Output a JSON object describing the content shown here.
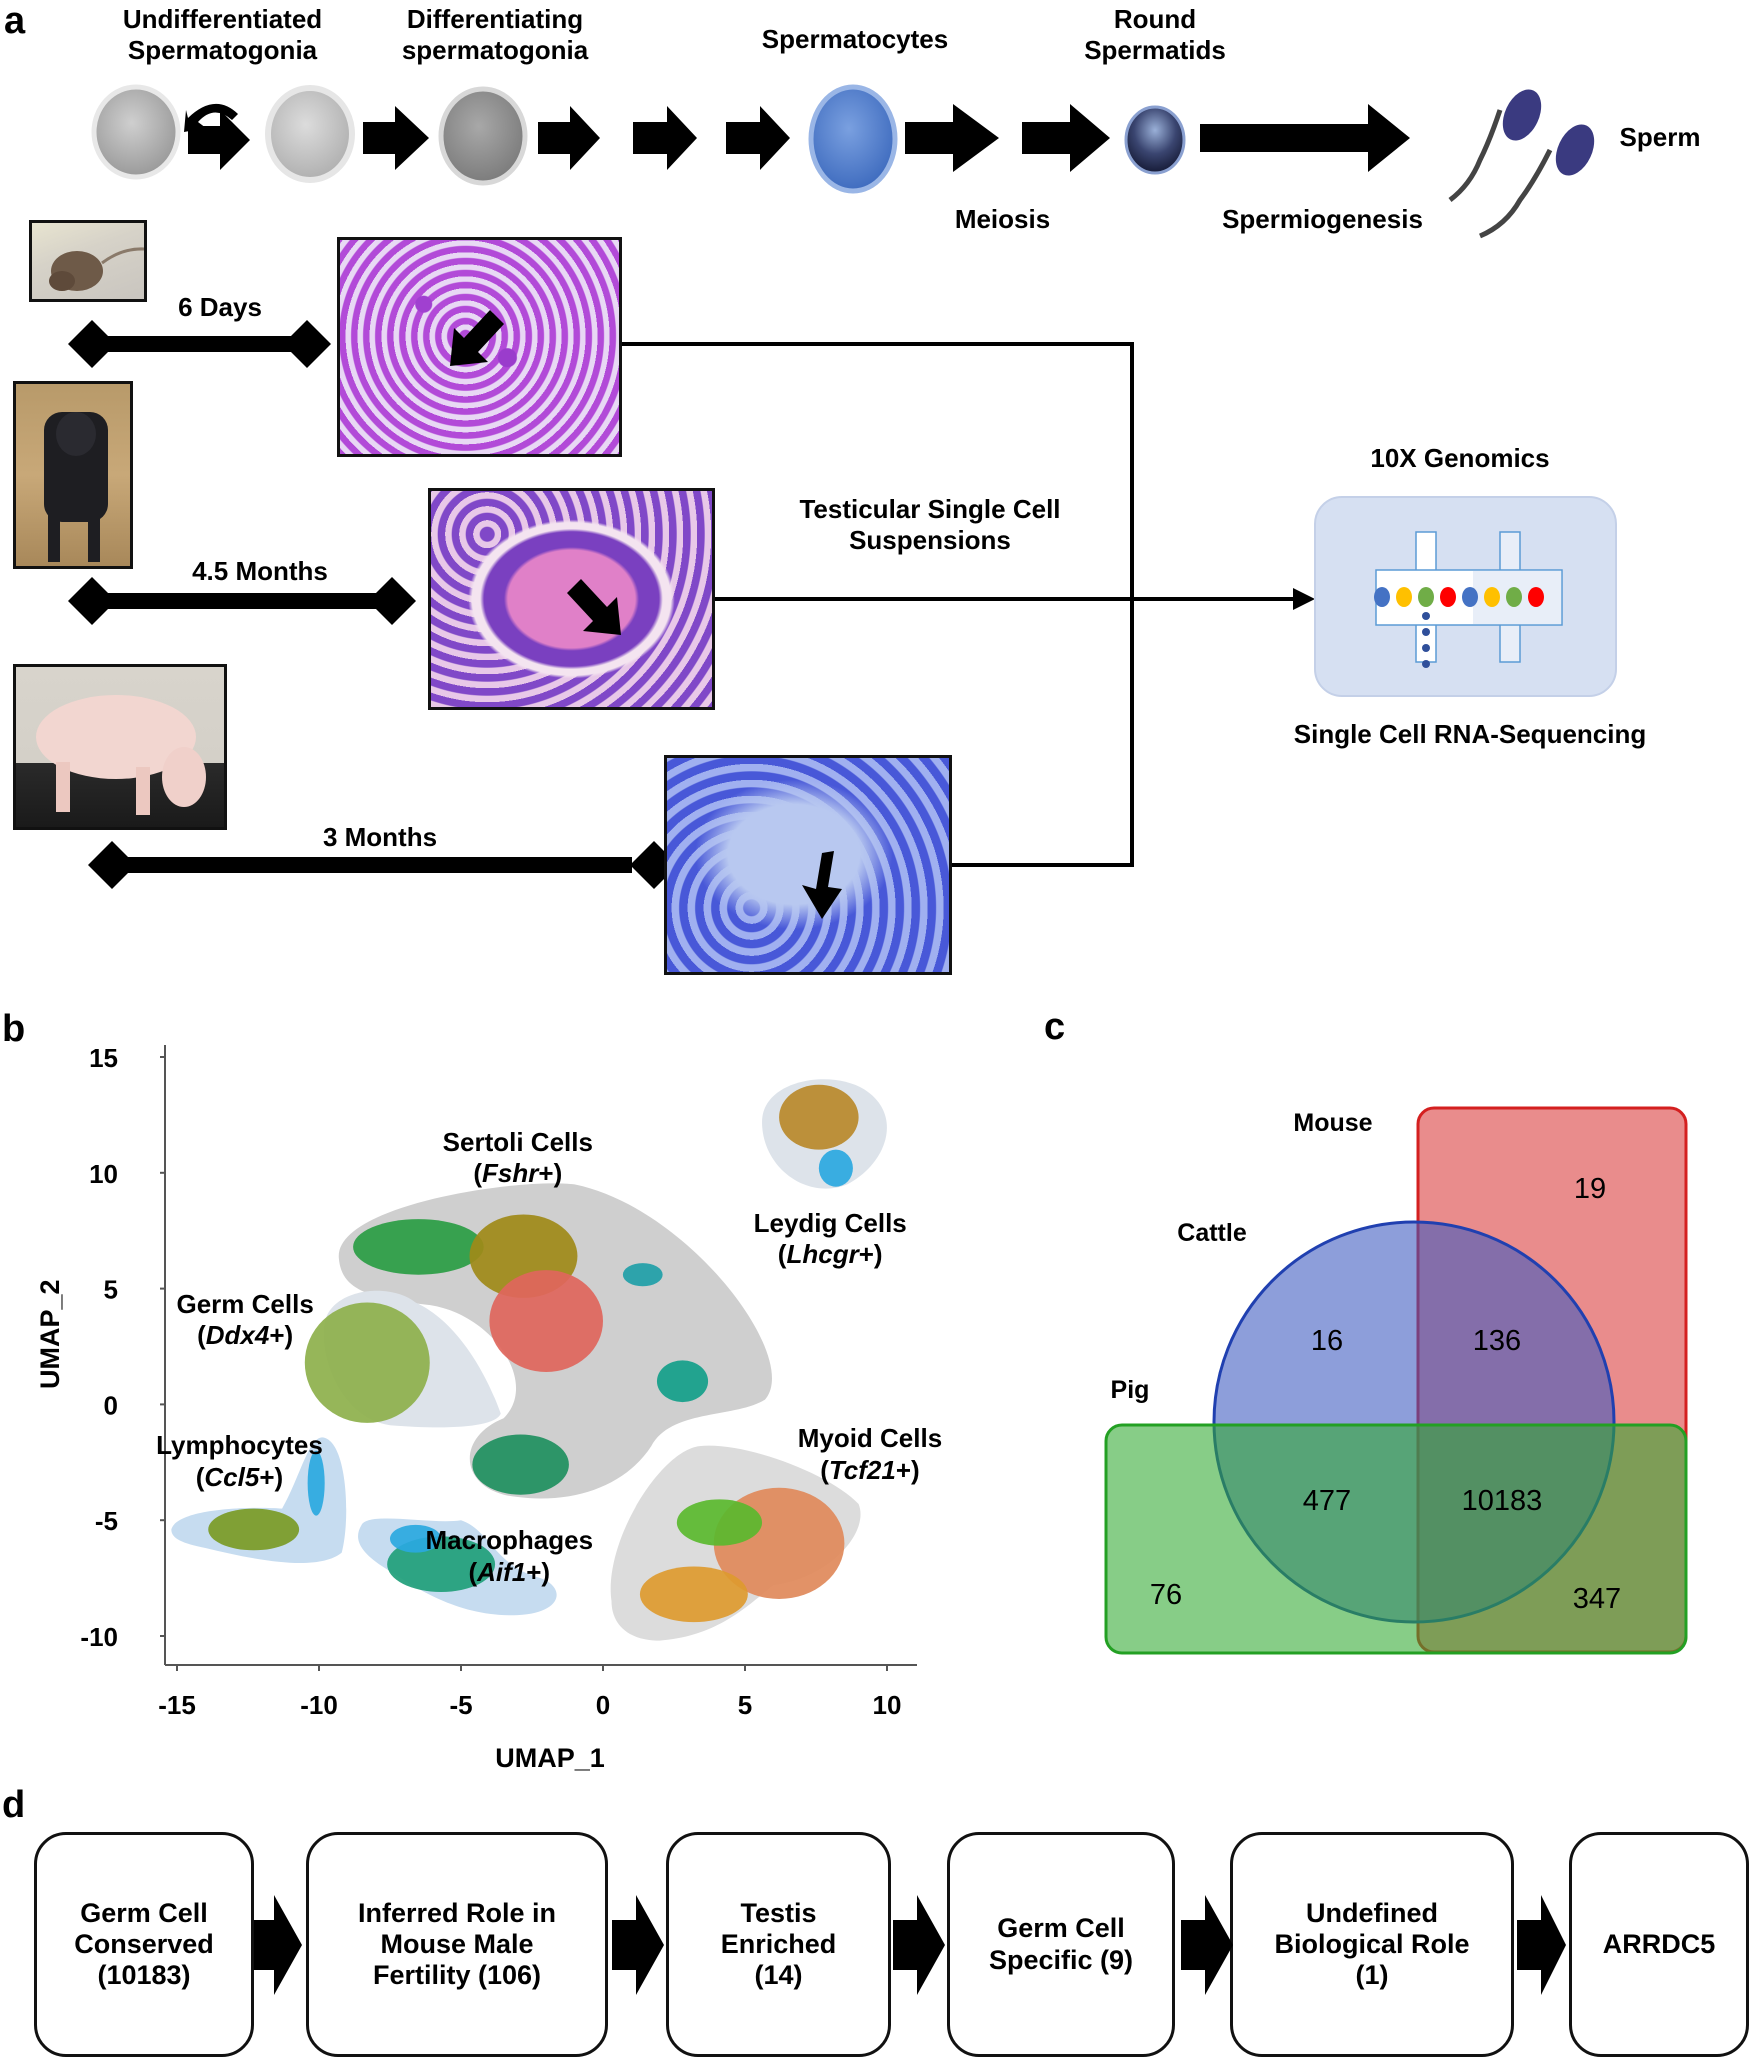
{
  "panel_labels": {
    "a": "a",
    "b": "b",
    "c": "c",
    "d": "d"
  },
  "panel_a": {
    "stages": [
      {
        "label_line1": "Undifferentiated",
        "label_line2": "Spermatogonia"
      },
      {
        "label_line1": "Differentiating",
        "label_line2": "spermatogonia"
      },
      {
        "label_line1": "Spermatocytes",
        "label_line2": ""
      },
      {
        "label_line1": "Round",
        "label_line2": "Spermatids"
      },
      {
        "label_line1": "Sperm",
        "label_line2": ""
      }
    ],
    "process_labels": {
      "meiosis": "Meiosis",
      "spermiogenesis": "Spermiogenesis"
    },
    "species_rows": [
      {
        "species": "mouse",
        "age": "6 Days"
      },
      {
        "species": "cattle",
        "age": "4.5 Months"
      },
      {
        "species": "pig",
        "age": "3 Months"
      }
    ],
    "suspension_label_line1": "Testicular Single Cell",
    "suspension_label_line2": "Suspensions",
    "platform_label": "10X Genomics",
    "method_label": "Single Cell RNA-Sequencing",
    "droplet_colors": [
      "#4472c4",
      "#ffc000",
      "#70ad47",
      "#ff0000",
      "#4472c4",
      "#ffc000",
      "#70ad47",
      "#ff0000"
    ]
  },
  "chart_data": [
    {
      "type": "scatter",
      "title": "",
      "xlabel": "UMAP_1",
      "ylabel": "UMAP_2",
      "xlim": [
        -15.5,
        11
      ],
      "ylim": [
        -11,
        15
      ],
      "xticks": [
        -15,
        -10,
        -5,
        0,
        5,
        10
      ],
      "yticks": [
        15,
        10,
        5,
        0,
        -5,
        -10
      ],
      "clusters": [
        {
          "name": "Sertoli Cells",
          "marker": "Fshr",
          "suffix": "+",
          "label_pos": [
            -3,
            11.2
          ],
          "color": "#a0a0a0"
        },
        {
          "name": "Leydig Cells",
          "marker": "Lhcgr",
          "suffix": "+",
          "label_pos": [
            8,
            7.7
          ],
          "color": "#b8892a"
        },
        {
          "name": "Germ Cells",
          "marker": "Ddx4",
          "suffix": "+",
          "label_pos": [
            -12.6,
            4.2
          ],
          "color": "#8db04b"
        },
        {
          "name": "Lymphocytes",
          "marker": "Ccl5",
          "suffix": "+",
          "label_pos": [
            -12.8,
            -1.9
          ],
          "color": "#7a9a25"
        },
        {
          "name": "Macrophages",
          "marker": "Aif1",
          "suffix": "+",
          "label_pos": [
            -3.3,
            -6
          ],
          "color": "#1f9e7a"
        },
        {
          "name": "Myoid Cells",
          "marker": "Tcf21",
          "suffix": "+",
          "label_pos": [
            9.4,
            -1.6
          ],
          "color": "#e0895a"
        }
      ],
      "blobs": [
        {
          "cluster": "Sertoli",
          "x": -6.5,
          "y": 6.8,
          "rx": 2.3,
          "ry": 1.2,
          "color": "#2a9d44"
        },
        {
          "cluster": "Sertoli",
          "x": -2.8,
          "y": 6.4,
          "rx": 1.9,
          "ry": 1.8,
          "color": "#a08a18"
        },
        {
          "cluster": "Sertoli",
          "x": -2.0,
          "y": 3.6,
          "rx": 2.0,
          "ry": 2.2,
          "color": "#e0665c"
        },
        {
          "cluster": "Sertoli",
          "x": 1.4,
          "y": 5.6,
          "rx": 0.7,
          "ry": 0.5,
          "color": "#20a0a8"
        },
        {
          "cluster": "Sertoli",
          "x": 2.8,
          "y": 1.0,
          "rx": 0.9,
          "ry": 0.9,
          "color": "#14a08a"
        },
        {
          "cluster": "Sertoli",
          "x": -2.9,
          "y": -2.6,
          "rx": 1.7,
          "ry": 1.3,
          "color": "#1f9060"
        },
        {
          "cluster": "Leydig",
          "x": 7.6,
          "y": 12.4,
          "rx": 1.4,
          "ry": 1.4,
          "color": "#b8892a"
        },
        {
          "cluster": "Leydig",
          "x": 8.2,
          "y": 10.2,
          "rx": 0.6,
          "ry": 0.8,
          "color": "#2aa8e0"
        },
        {
          "cluster": "Germ",
          "x": -8.3,
          "y": 1.8,
          "rx": 2.2,
          "ry": 2.6,
          "color": "#8db04b"
        },
        {
          "cluster": "Lymphocytes",
          "x": -12.3,
          "y": -5.4,
          "rx": 1.6,
          "ry": 0.9,
          "color": "#7a9a25"
        },
        {
          "cluster": "Lymphocytes",
          "x": -10.1,
          "y": -3.4,
          "rx": 0.3,
          "ry": 1.4,
          "color": "#2aa8e0"
        },
        {
          "cluster": "Macrophages",
          "x": -5.7,
          "y": -6.9,
          "rx": 1.9,
          "ry": 1.2,
          "color": "#1f9e7a"
        },
        {
          "cluster": "Macrophages",
          "x": -6.6,
          "y": -5.8,
          "rx": 0.9,
          "ry": 0.6,
          "color": "#2aa8e0"
        },
        {
          "cluster": "Myoid",
          "x": 6.2,
          "y": -6.0,
          "rx": 2.3,
          "ry": 2.4,
          "color": "#e0895a"
        },
        {
          "cluster": "Myoid",
          "x": 4.1,
          "y": -5.1,
          "rx": 1.5,
          "ry": 1.0,
          "color": "#5ab82e"
        },
        {
          "cluster": "Myoid",
          "x": 3.2,
          "y": -8.2,
          "rx": 1.9,
          "ry": 1.2,
          "color": "#dd9a2f"
        }
      ]
    },
    {
      "type": "venn",
      "sets": [
        {
          "name": "Mouse",
          "color": "#e06060",
          "stroke": "#d42020"
        },
        {
          "name": "Cattle",
          "color": "#6a80cc",
          "stroke": "#2040b0"
        },
        {
          "name": "Pig",
          "color": "#5cbf5c",
          "stroke": "#23a023"
        }
      ],
      "regions": [
        {
          "sets": [
            "Mouse"
          ],
          "value": 19
        },
        {
          "sets": [
            "Cattle"
          ],
          "value": 16
        },
        {
          "sets": [
            "Cattle",
            "Mouse"
          ],
          "value": 136
        },
        {
          "sets": [
            "Cattle",
            "Pig"
          ],
          "value": 477
        },
        {
          "sets": [
            "Cattle",
            "Mouse",
            "Pig"
          ],
          "value": 10183
        },
        {
          "sets": [
            "Pig"
          ],
          "value": 76
        },
        {
          "sets": [
            "Mouse",
            "Pig"
          ],
          "value": 347
        }
      ]
    }
  ],
  "panel_d": {
    "steps": [
      "Germ Cell\nConserved\n(10183)",
      "Inferred Role in\nMouse Male\nFertility (106)",
      "Testis\nEnriched\n(14)",
      "Germ Cell\nSpecific  (9)",
      "Undefined\nBiological Role\n(1)",
      "ARRDC5"
    ]
  }
}
